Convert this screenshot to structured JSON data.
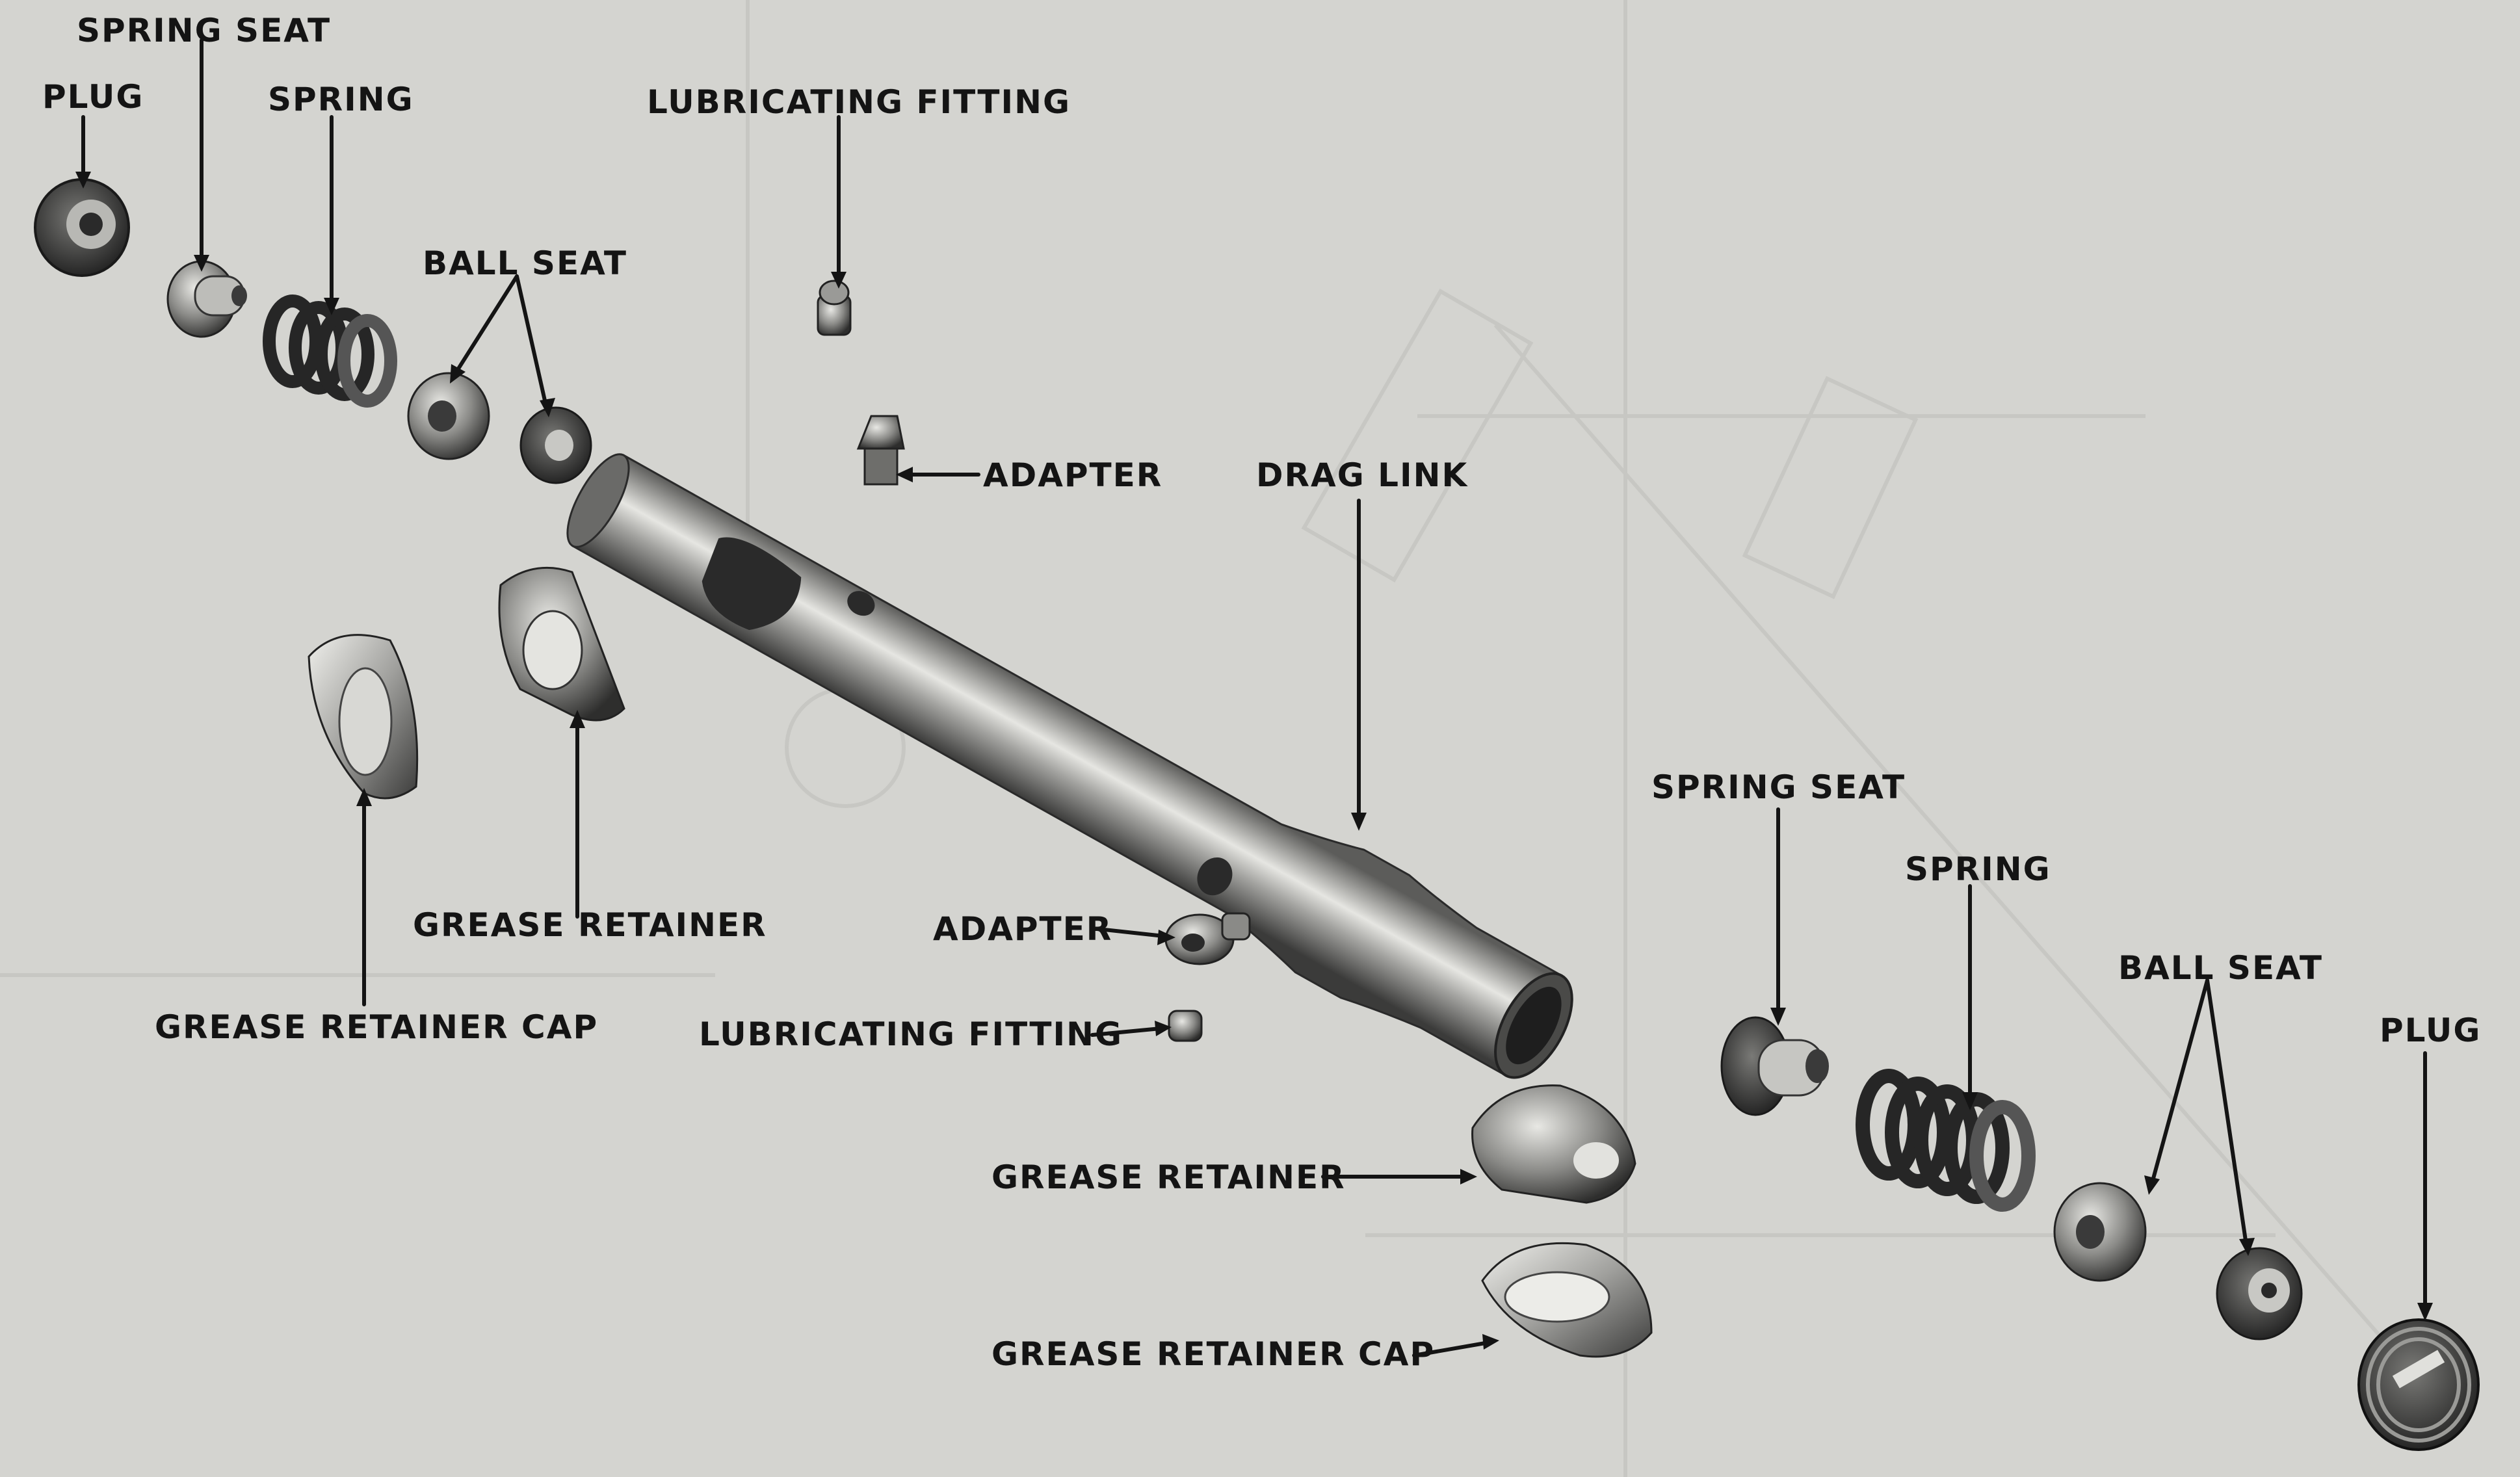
{
  "labels": {
    "spring_seat_left": "SPRING SEAT",
    "plug_left": "PLUG",
    "spring_left": "SPRING",
    "lubricating_fitting_top": "LUBRICATING FITTING",
    "ball_seat_left": "BALL SEAT",
    "adapter_top": "ADAPTER",
    "drag_link": "DRAG LINK",
    "grease_retainer_left": "GREASE RETAINER",
    "grease_retainer_cap_left": "GREASE RETAINER CAP",
    "adapter_bottom": "ADAPTER",
    "lubricating_fitting_bottom": "LUBRICATING FITTING",
    "spring_seat_right": "SPRING SEAT",
    "spring_right": "SPRING",
    "ball_seat_right": "BALL SEAT",
    "plug_right": "PLUG",
    "grease_retainer_right": "GREASE RETAINER",
    "grease_retainer_cap_right": "GREASE RETAINER CAP"
  },
  "colors": {
    "background": "#d4d4d0",
    "part_dark": "#3a3a3a",
    "part_mid": "#8e8e8c",
    "part_light": "#cfcfcc",
    "leader": "#141414"
  }
}
